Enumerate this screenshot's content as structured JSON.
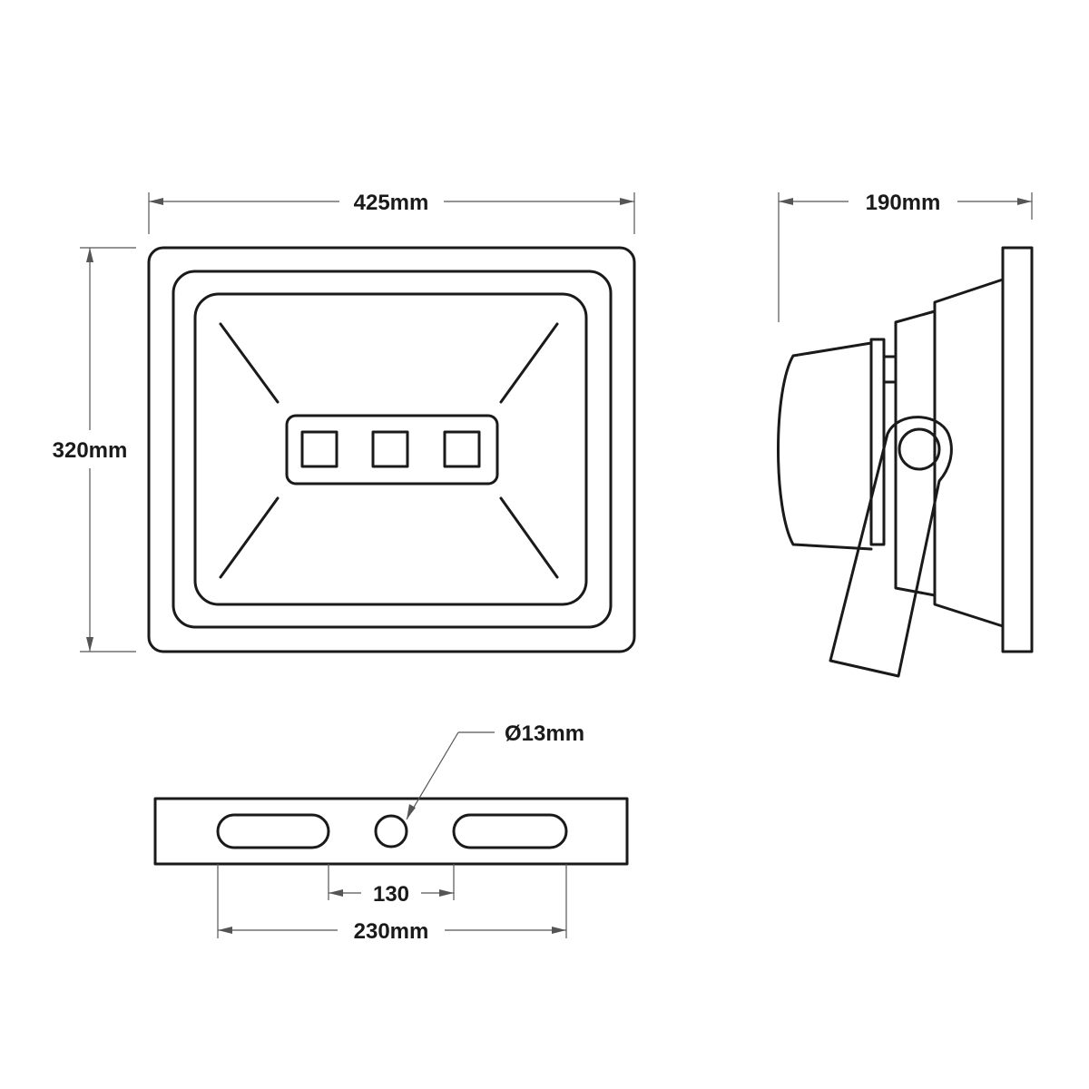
{
  "dimensions": {
    "width": "425mm",
    "height": "320mm",
    "depth": "190mm",
    "hole_diameter": "Ø13mm",
    "inner_spacing": "130",
    "outer_spacing": "230mm"
  }
}
